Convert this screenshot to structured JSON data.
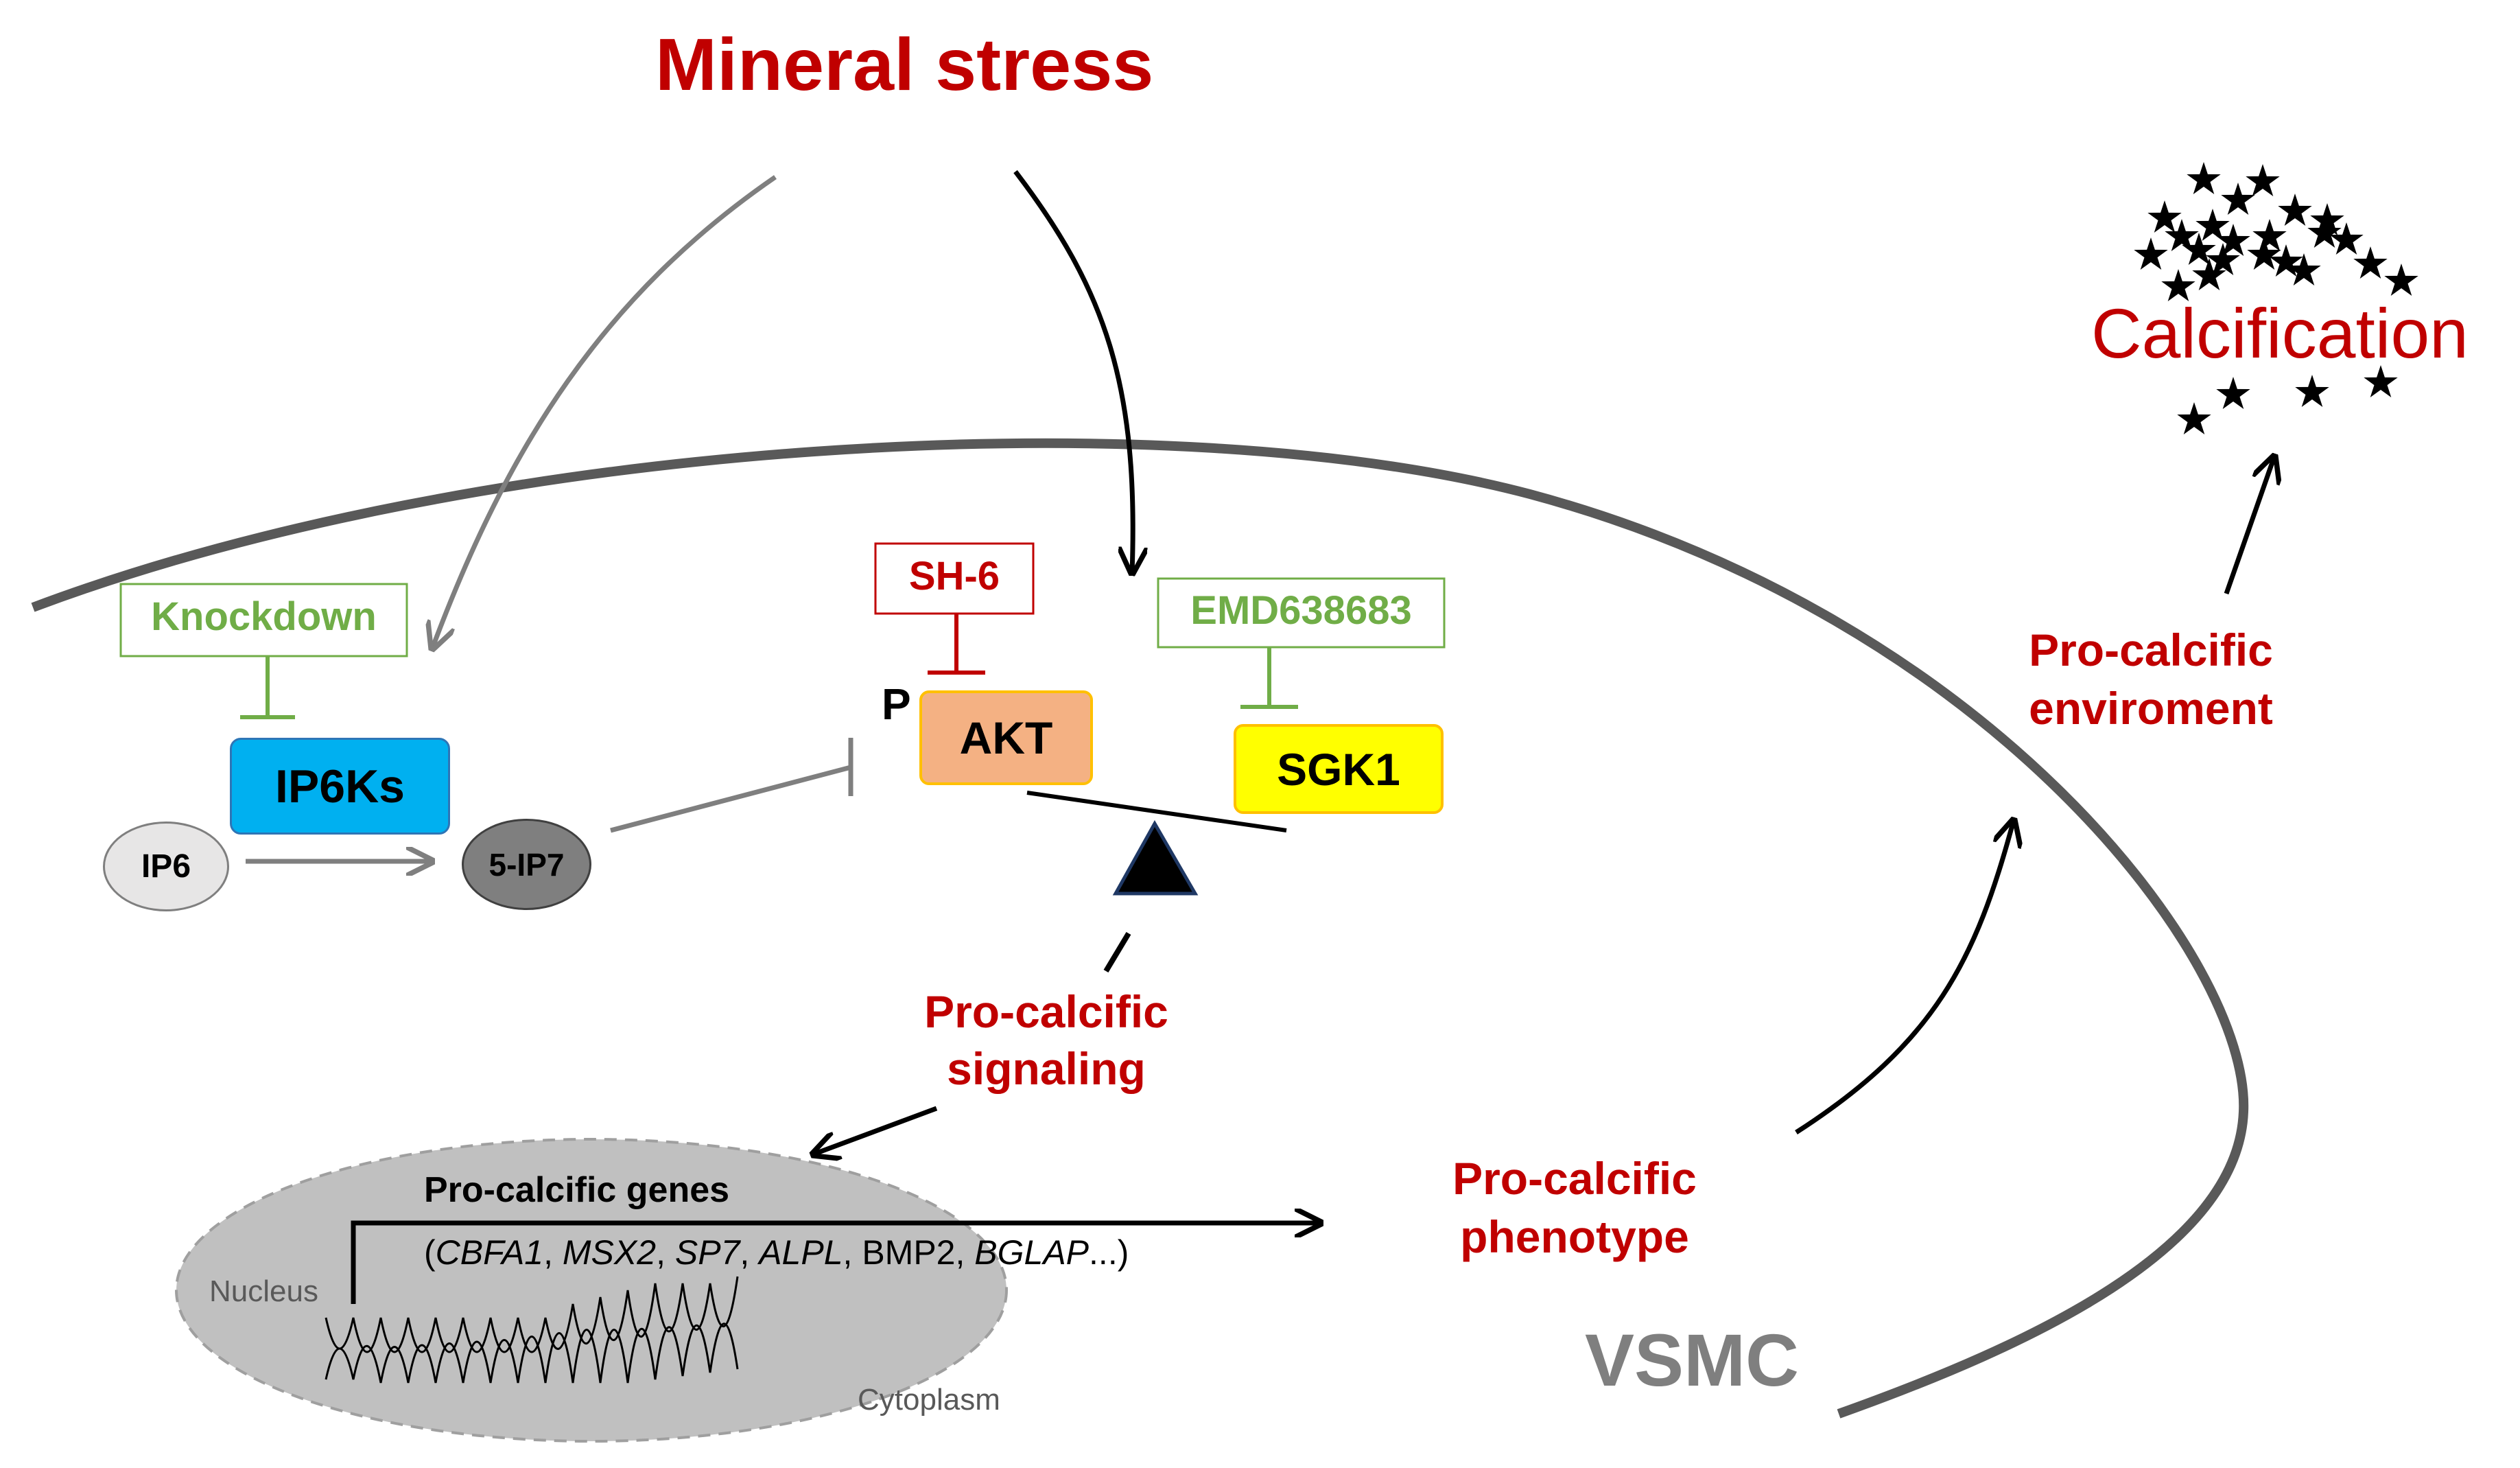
{
  "title": "Mineral stress",
  "calcification": "Calcification",
  "inhibitors": {
    "knockdown": "Knockdown",
    "sh6": "SH-6",
    "emd": "EMD638683"
  },
  "nodes": {
    "ip6ks": "IP6Ks",
    "ip6": "IP6",
    "ip7": "5-IP7",
    "p_label": "P",
    "akt": "AKT",
    "sgk1": "SGK1"
  },
  "labels": {
    "signaling_line1": "Pro-calcific",
    "signaling_line2": "signaling",
    "genes_title": "Pro-calcific genes",
    "genes_open": "(",
    "genes_list": [
      "CBFA1",
      "MSX2",
      "SP7",
      "ALPL",
      "BMP2",
      "BGLAP"
    ],
    "genes_sep": ", ",
    "genes_close": "...)",
    "nucleus": "Nucleus",
    "cytoplasm": "Cytoplasm",
    "phenotype_line1": "Pro-calcific",
    "phenotype_line2": "phenotype",
    "environment_line1": "Pro-calcific",
    "environment_line2": "enviroment",
    "vsmc": "VSMC"
  },
  "colors": {
    "red": "#c00000",
    "green": "#70ad47",
    "ip6ks": "#00b0f0",
    "akt": "#f4b183",
    "sgk1": "#ffff00",
    "ip6": "#e7e6e6",
    "ip7": "#7f7f7f",
    "membrane": "#595959",
    "nucleus": "#bfbfbf",
    "vsmc": "#7f7f7f"
  }
}
